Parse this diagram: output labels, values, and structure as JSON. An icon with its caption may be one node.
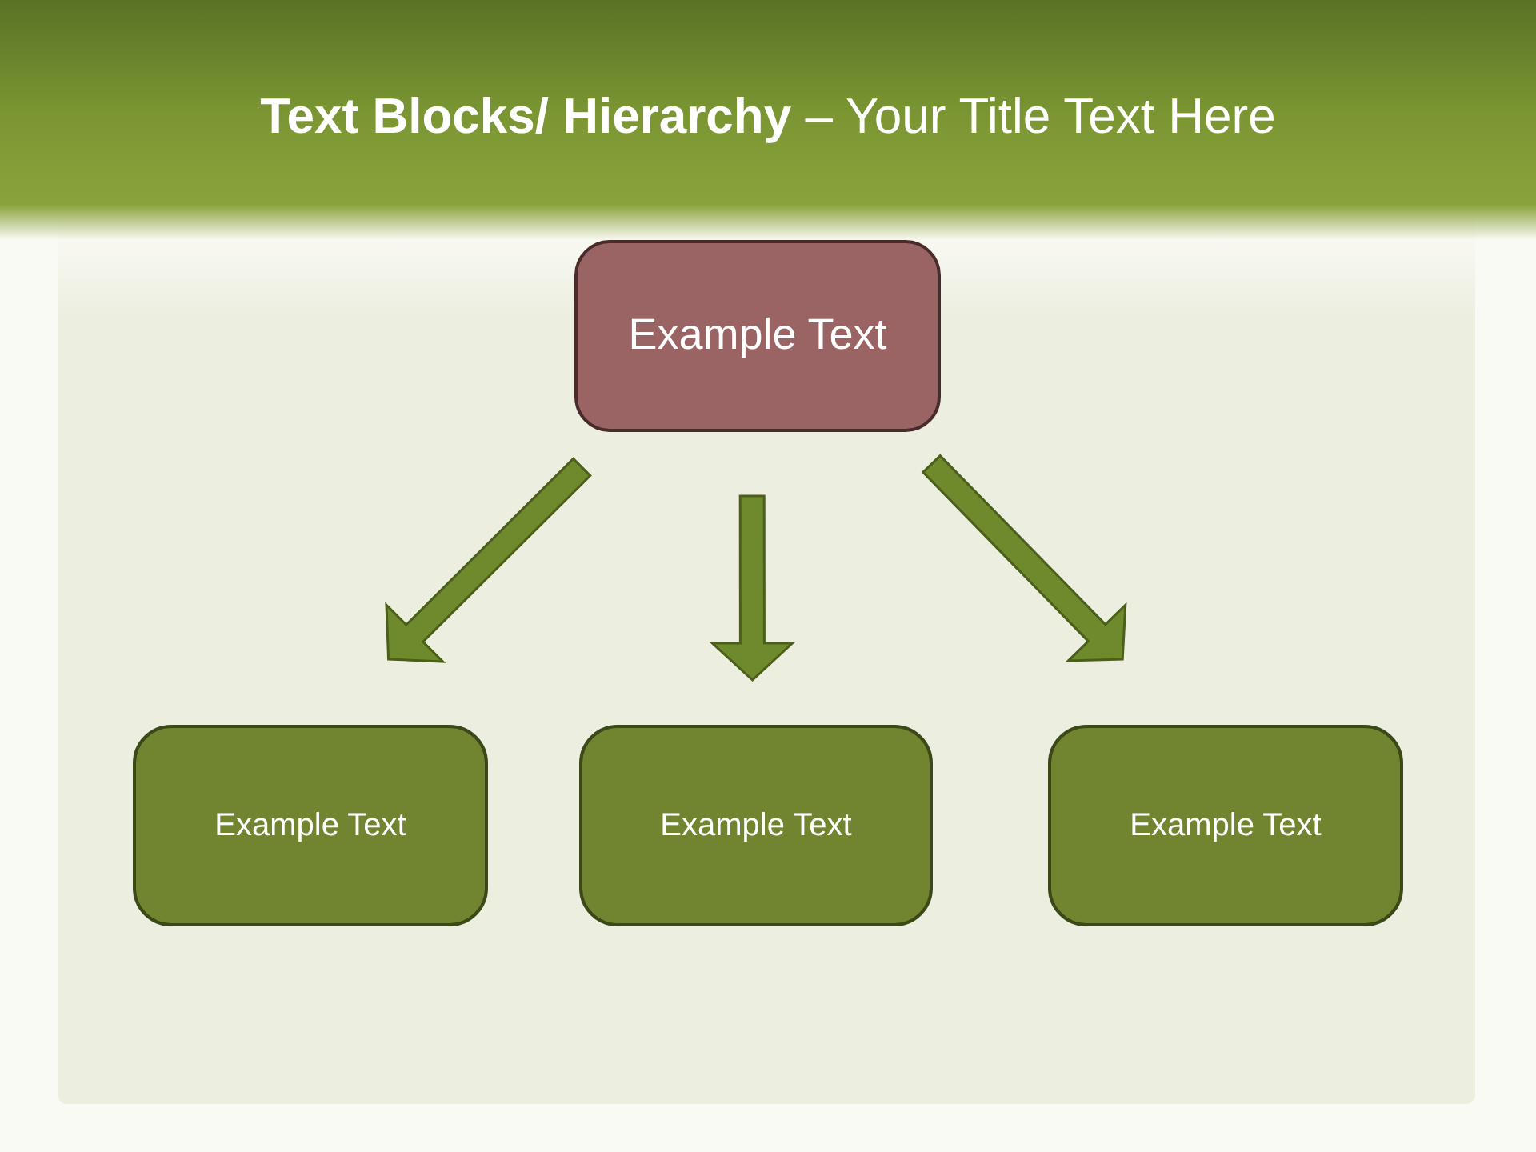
{
  "diagram": {
    "title": "**Text Blocks/ Hierarchy** – Your Title Text Here",
    "nodes": [
      {
        "text": [
          "Example Text"
        ]
      },
      {
        "text": [
          "Example Text"
        ]
      },
      {
        "text": [
          "Example Text"
        ]
      },
      {
        "text": [
          "Example Text"
        ]
      }
    ],
    "edges": [
      {
        "from": 0,
        "to": 1,
        "arrow": "to",
        "style": "thick"
      },
      {
        "from": 0,
        "to": 2,
        "arrow": "to",
        "style": "thick"
      },
      {
        "from": 0,
        "to": 3,
        "arrow": "to",
        "style": "thick"
      }
    ]
  }
}
